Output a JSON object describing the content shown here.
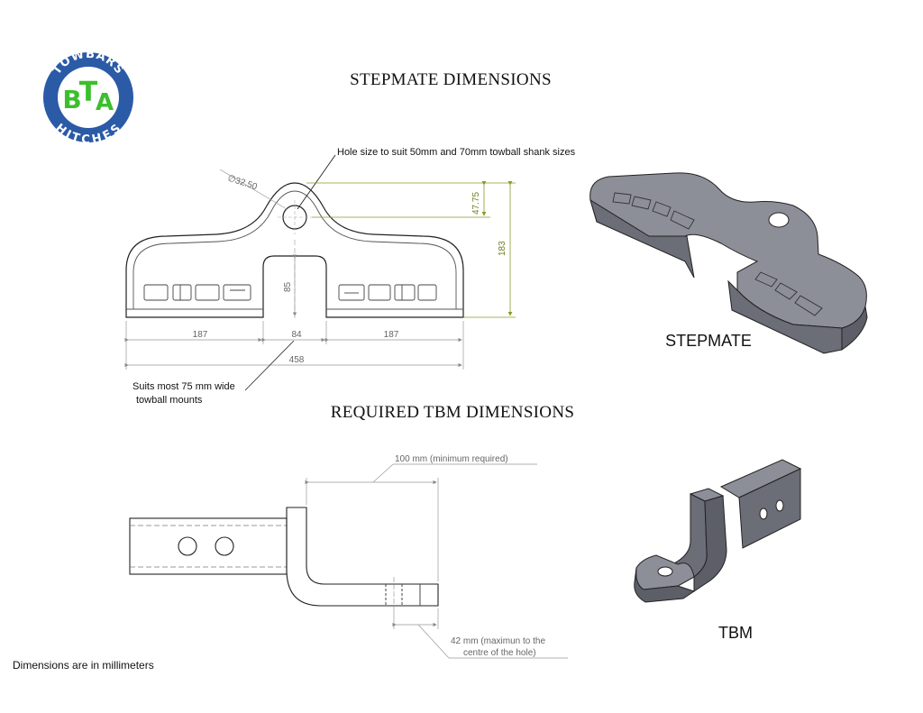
{
  "logo": {
    "top_word": "TOWBARS",
    "bottom_word": "HITCHES",
    "letters": "BTA",
    "ring_color": "#2b5aa7",
    "letter_color": "#3bbf2c"
  },
  "stepmate": {
    "title": "STEPMATE DIMENSIONS",
    "hole_note": "Hole size to suit 50mm and 70mm towball shank sizes",
    "diameter": "∅32.50",
    "dim_hole_offset": "47.75",
    "dim_height": "183",
    "dim_slot_depth": "85",
    "dim_left": "187",
    "dim_slot_width": "84",
    "dim_right": "187",
    "dim_total": "458",
    "mount_note_line1": "Suits most 75 mm wide",
    "mount_note_line2": "towball mounts",
    "caption_3d": "STEPMATE"
  },
  "tbm": {
    "title": "REQUIRED TBM DIMENSIONS",
    "dim_top": "100 mm (minimum required)",
    "dim_bottom_line1": "42 mm (maximun to the",
    "dim_bottom_line2": "centre of the hole)",
    "caption_3d": "TBM"
  },
  "footer_note": "Dimensions are in millimeters"
}
